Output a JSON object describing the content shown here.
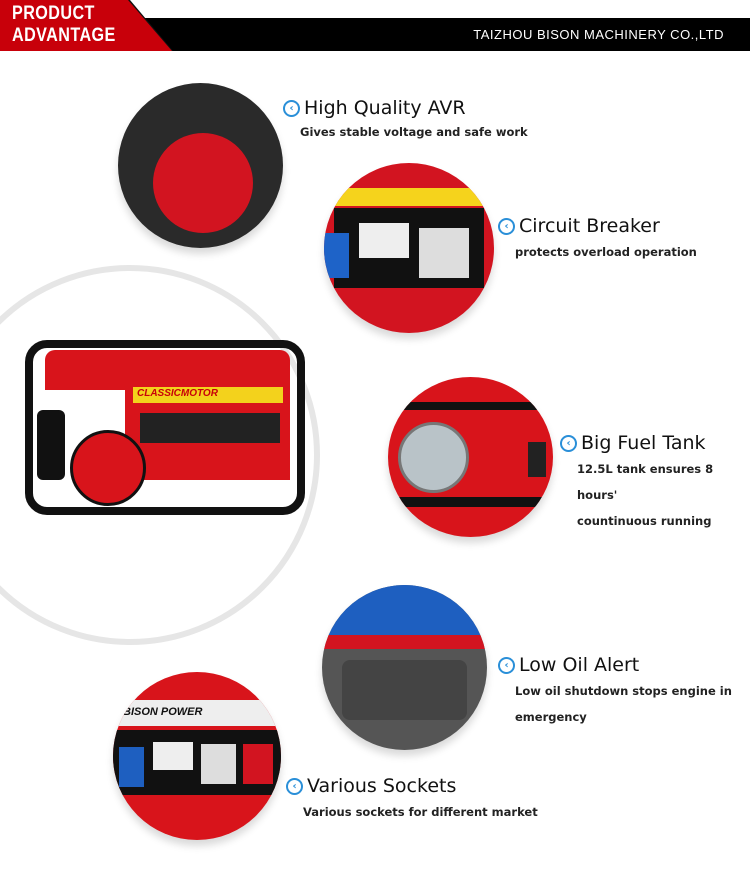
{
  "header": {
    "badge_line1": "PRODUCT",
    "badge_line2": "ADVANTAGE",
    "company": "TAIZHOU BISON MACHINERY CO.,LTD"
  },
  "colors": {
    "accent_red": "#c8000a",
    "arrow_blue": "#2a8fd8"
  },
  "product": {
    "brand": "CLASSICMOTOR",
    "panel_brand": "BISON POWER"
  },
  "features": [
    {
      "title": "High Quality AVR",
      "desc": [
        "Gives stable voltage and safe work"
      ],
      "icon": "arrow-left-circle-icon"
    },
    {
      "title": "Circuit Breaker",
      "desc": [
        "protects overload operation"
      ],
      "icon": "arrow-left-circle-icon"
    },
    {
      "title": "Big Fuel Tank",
      "desc": [
        "12.5L tank ensures 8 hours'",
        "countinuous running"
      ],
      "icon": "arrow-left-circle-icon"
    },
    {
      "title": "Low Oil Alert",
      "desc": [
        "Low oil shutdown stops engine in",
        "emergency"
      ],
      "icon": "arrow-left-circle-icon"
    },
    {
      "title": "Various Sockets",
      "desc": [
        "Various sockets for different market"
      ],
      "icon": "arrow-left-circle-icon"
    }
  ]
}
